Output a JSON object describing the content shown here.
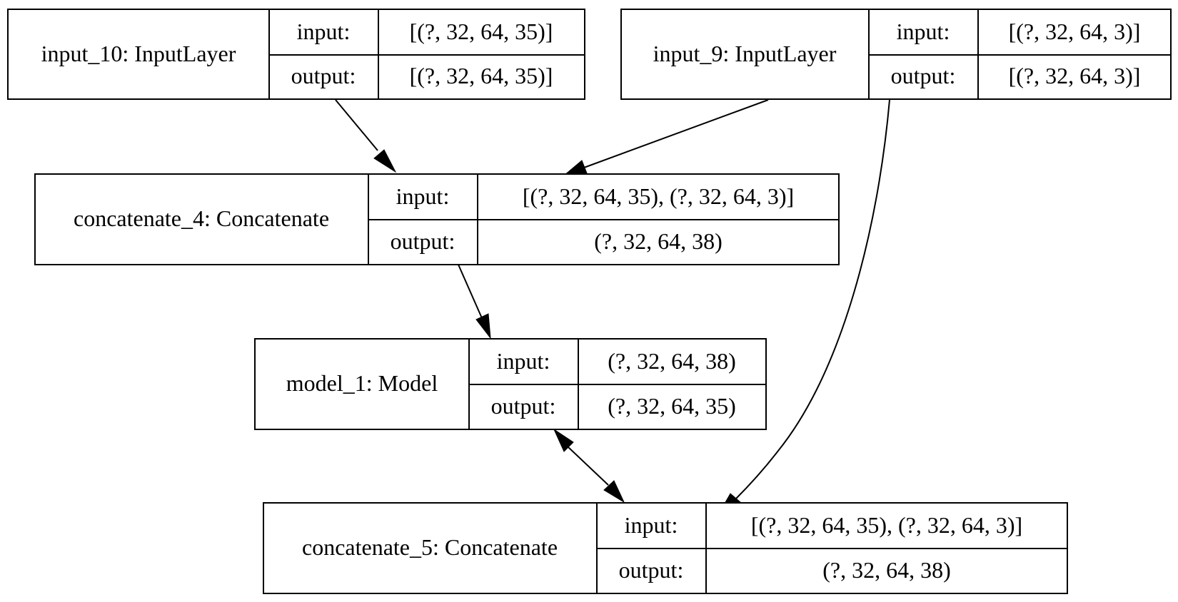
{
  "diagram": {
    "nodes": [
      {
        "id": "input_10",
        "name": "input_10: InputLayer",
        "input_label": "input:",
        "output_label": "output:",
        "input_shape": "[(?, 32, 64, 35)]",
        "output_shape": "[(?, 32, 64, 35)]"
      },
      {
        "id": "input_9",
        "name": "input_9: InputLayer",
        "input_label": "input:",
        "output_label": "output:",
        "input_shape": "[(?, 32, 64, 3)]",
        "output_shape": "[(?, 32, 64, 3)]"
      },
      {
        "id": "concatenate_4",
        "name": "concatenate_4: Concatenate",
        "input_label": "input:",
        "output_label": "output:",
        "input_shape": "[(?, 32, 64, 35), (?, 32, 64, 3)]",
        "output_shape": "(?, 32, 64, 38)"
      },
      {
        "id": "model_1",
        "name": "model_1: Model",
        "input_label": "input:",
        "output_label": "output:",
        "input_shape": "(?, 32, 64, 38)",
        "output_shape": "(?, 32, 64, 35)"
      },
      {
        "id": "concatenate_5",
        "name": "concatenate_5: Concatenate",
        "input_label": "input:",
        "output_label": "output:",
        "input_shape": "[(?, 32, 64, 35), (?, 32, 64, 3)]",
        "output_shape": "(?, 32, 64, 38)"
      }
    ],
    "edges": [
      {
        "from": "input_10",
        "to": "concatenate_4",
        "bidirectional": false
      },
      {
        "from": "input_9",
        "to": "concatenate_4",
        "bidirectional": false
      },
      {
        "from": "concatenate_4",
        "to": "model_1",
        "bidirectional": false
      },
      {
        "from": "input_9",
        "to": "concatenate_5",
        "bidirectional": false
      },
      {
        "from": "model_1",
        "to": "concatenate_5",
        "bidirectional": true
      }
    ],
    "colors": {
      "background": "#ffffff",
      "stroke": "#000000",
      "text": "#000000"
    }
  }
}
